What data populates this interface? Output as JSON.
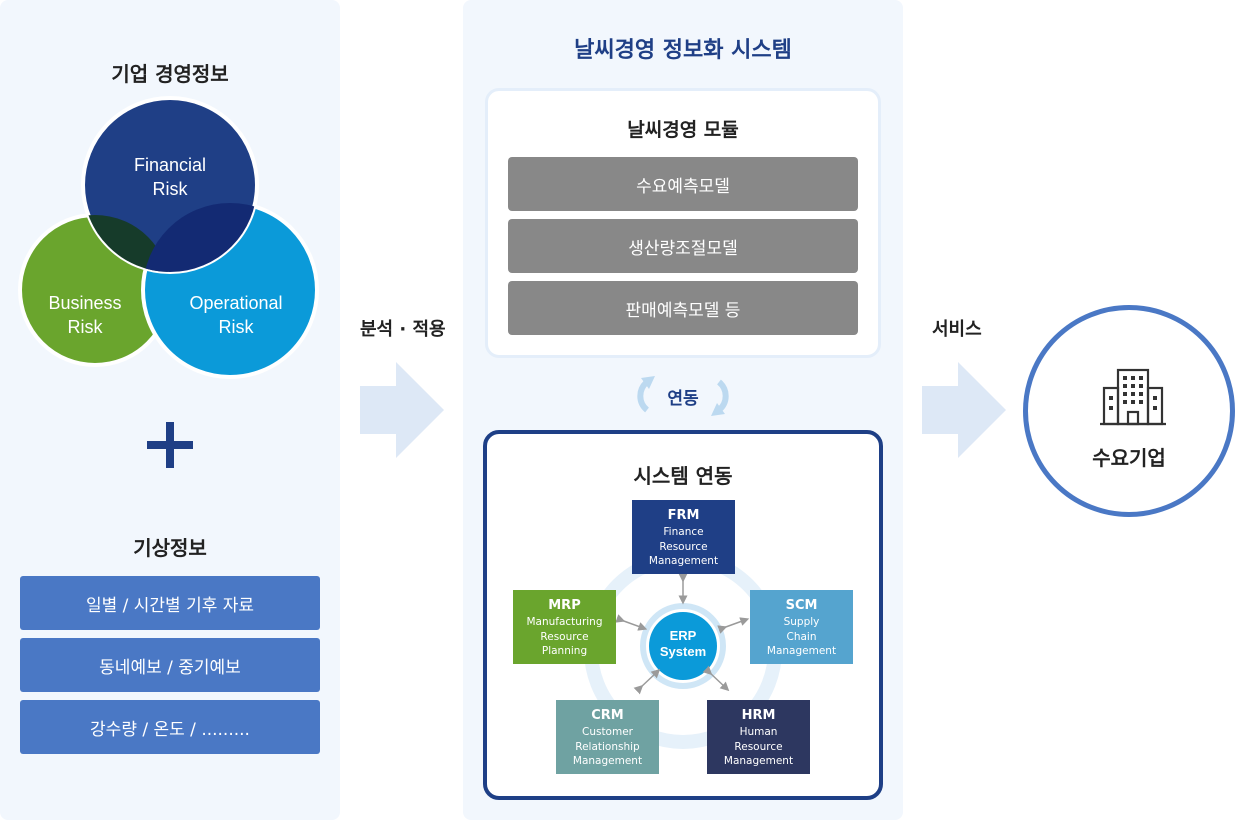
{
  "left": {
    "title": "기업 경영정보",
    "venn": {
      "financial": [
        "Financial",
        "Risk"
      ],
      "business": [
        "Business",
        "Risk"
      ],
      "operational": [
        "Operational",
        "Risk"
      ]
    },
    "plus": "+",
    "weather_title": "기상정보",
    "weather_items": [
      "일별 / 시간별 기후 자료",
      "동네예보 / 중기예보",
      "강수량 / 온도 / ........."
    ]
  },
  "arrow_left_label": "분석 · 적용",
  "arrow_right_label": "서비스",
  "center": {
    "title": "날씨경영 정보화 시스템",
    "module_title": "날씨경영 모듈",
    "module_items": [
      "수요예측모델",
      "생산량조절모델",
      "판매예측모델 등"
    ],
    "link_label": "연동",
    "system_title": "시스템 연동",
    "erp_center": [
      "ERP",
      "System"
    ],
    "erp_boxes": {
      "frm": {
        "abbr": "FRM",
        "full": [
          "Finance",
          "Resource",
          "Management"
        ]
      },
      "mrp": {
        "abbr": "MRP",
        "full": [
          "Manufacturing",
          "Resource",
          "Planning"
        ]
      },
      "scm": {
        "abbr": "SCM",
        "full": [
          "Supply",
          "Chain",
          "Management"
        ]
      },
      "crm": {
        "abbr": "CRM",
        "full": [
          "Customer",
          "Relationship",
          "Management"
        ]
      },
      "hrm": {
        "abbr": "HRM",
        "full": [
          "Human",
          "Resource",
          "Management"
        ]
      }
    }
  },
  "right": {
    "label": "수요기업",
    "icon": "building-icon"
  },
  "colors": {
    "navy": "#1f3f86",
    "green": "#6aa52d",
    "sky": "#0b9ad9",
    "box_blue": "#4a78c5",
    "gray": "#888888",
    "frm": "#1f3f86",
    "mrp": "#6aa52d",
    "scm": "#55a4cf",
    "crm": "#6fa2a2",
    "hrm": "#2d3760"
  }
}
